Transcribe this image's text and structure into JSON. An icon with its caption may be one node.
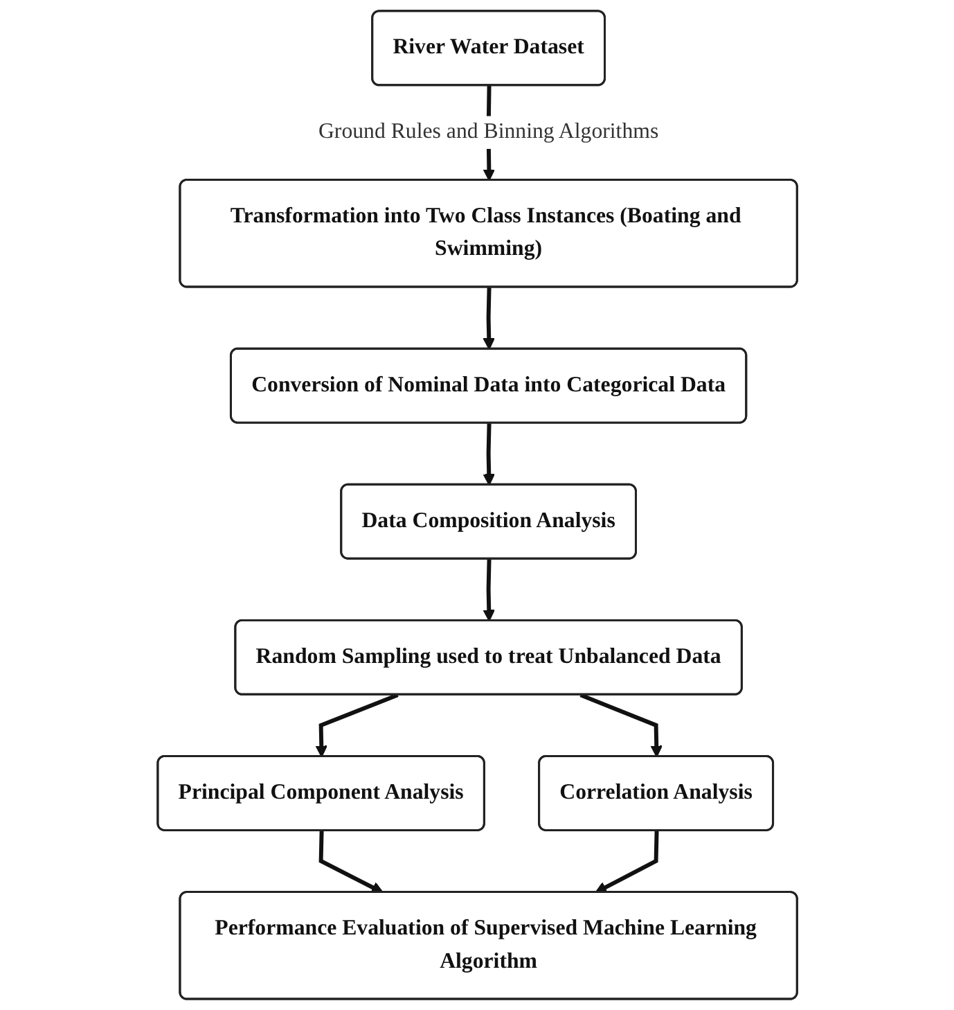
{
  "diagram": {
    "nodes": [
      {
        "text": [
          "River Water Dataset"
        ]
      },
      {
        "text": [
          "Transformation into Two Class Instances (Boating and Swimming)"
        ]
      },
      {
        "text": [
          "Conversion of Nominal Data into Categorical Data"
        ]
      },
      {
        "text": [
          "Data Composition Analysis"
        ]
      },
      {
        "text": [
          "Random Sampling used to treat Unbalanced Data"
        ]
      },
      {
        "text": [
          "Principal Component Analysis"
        ]
      },
      {
        "text": [
          "Correlation Analysis"
        ]
      },
      {
        "text": [
          "Performance Evaluation of Supervised Machine Learning Algorithm"
        ]
      }
    ],
    "edges": [
      {
        "from": 0,
        "to": 1,
        "arrow": "to",
        "label": "Ground Rules and Binning Algorithms"
      },
      {
        "from": 1,
        "to": 2,
        "arrow": "to"
      },
      {
        "from": 2,
        "to": 3,
        "arrow": "to"
      },
      {
        "from": 3,
        "to": 4,
        "arrow": "to"
      },
      {
        "from": 4,
        "to": 5,
        "arrow": "to"
      },
      {
        "from": 4,
        "to": 6,
        "arrow": "to"
      },
      {
        "from": 5,
        "to": 7,
        "arrow": "to"
      },
      {
        "from": 6,
        "to": 7,
        "arrow": "to"
      }
    ]
  }
}
